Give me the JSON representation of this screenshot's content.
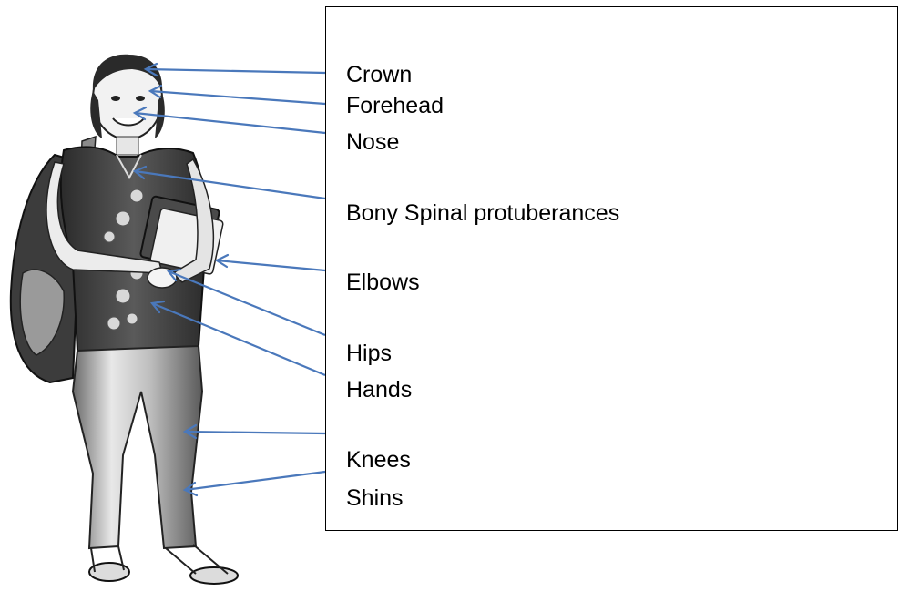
{
  "labels": {
    "crown": "Crown",
    "forehead": "Forehead",
    "nose": "Nose",
    "spine": "Bony Spinal protuberances",
    "elbows": "Elbows",
    "hips": "Hips",
    "hands": "Hands",
    "knees": "Knees",
    "shins": "Shins"
  },
  "colors": {
    "arrow": "#4a78bb",
    "box_border": "#000000",
    "text": "#000000"
  }
}
